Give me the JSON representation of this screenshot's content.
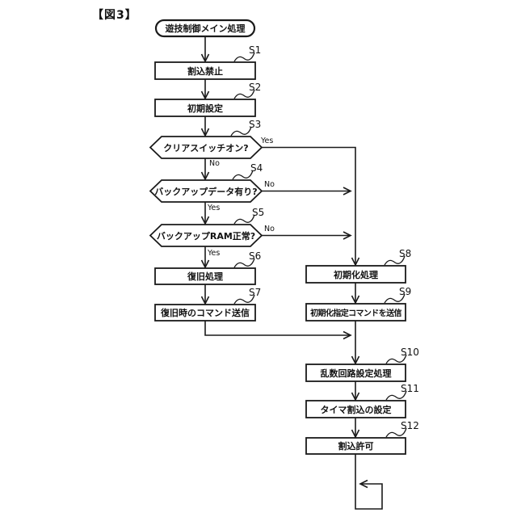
{
  "figure": {
    "label": "【図3】"
  },
  "flowchart": {
    "start": {
      "label": "遊技制御メイン処理"
    },
    "steps": {
      "s1": {
        "id": "S1",
        "label": "割込禁止"
      },
      "s2": {
        "id": "S2",
        "label": "初期設定"
      },
      "s3": {
        "id": "S3",
        "label": "クリアスイッチオン?",
        "yes": "Yes",
        "no": "No"
      },
      "s4": {
        "id": "S4",
        "label": "バックアップデータ有り?",
        "yes": "Yes",
        "no": "No"
      },
      "s5": {
        "id": "S5",
        "label": "バックアップRAM正常?",
        "yes": "Yes",
        "no": "No"
      },
      "s6": {
        "id": "S6",
        "label": "復旧処理"
      },
      "s7": {
        "id": "S7",
        "label": "復旧時のコマンド送信"
      },
      "s8": {
        "id": "S8",
        "label": "初期化処理"
      },
      "s9": {
        "id": "S9",
        "label": "初期化指定コマンドを送信"
      },
      "s10": {
        "id": "S10",
        "label": "乱数回路設定処理"
      },
      "s11": {
        "id": "S11",
        "label": "タイマ割込の設定"
      },
      "s12": {
        "id": "S12",
        "label": "割込許可"
      }
    },
    "colors": {
      "line": "#1a1a1a",
      "background": "#ffffff"
    }
  }
}
